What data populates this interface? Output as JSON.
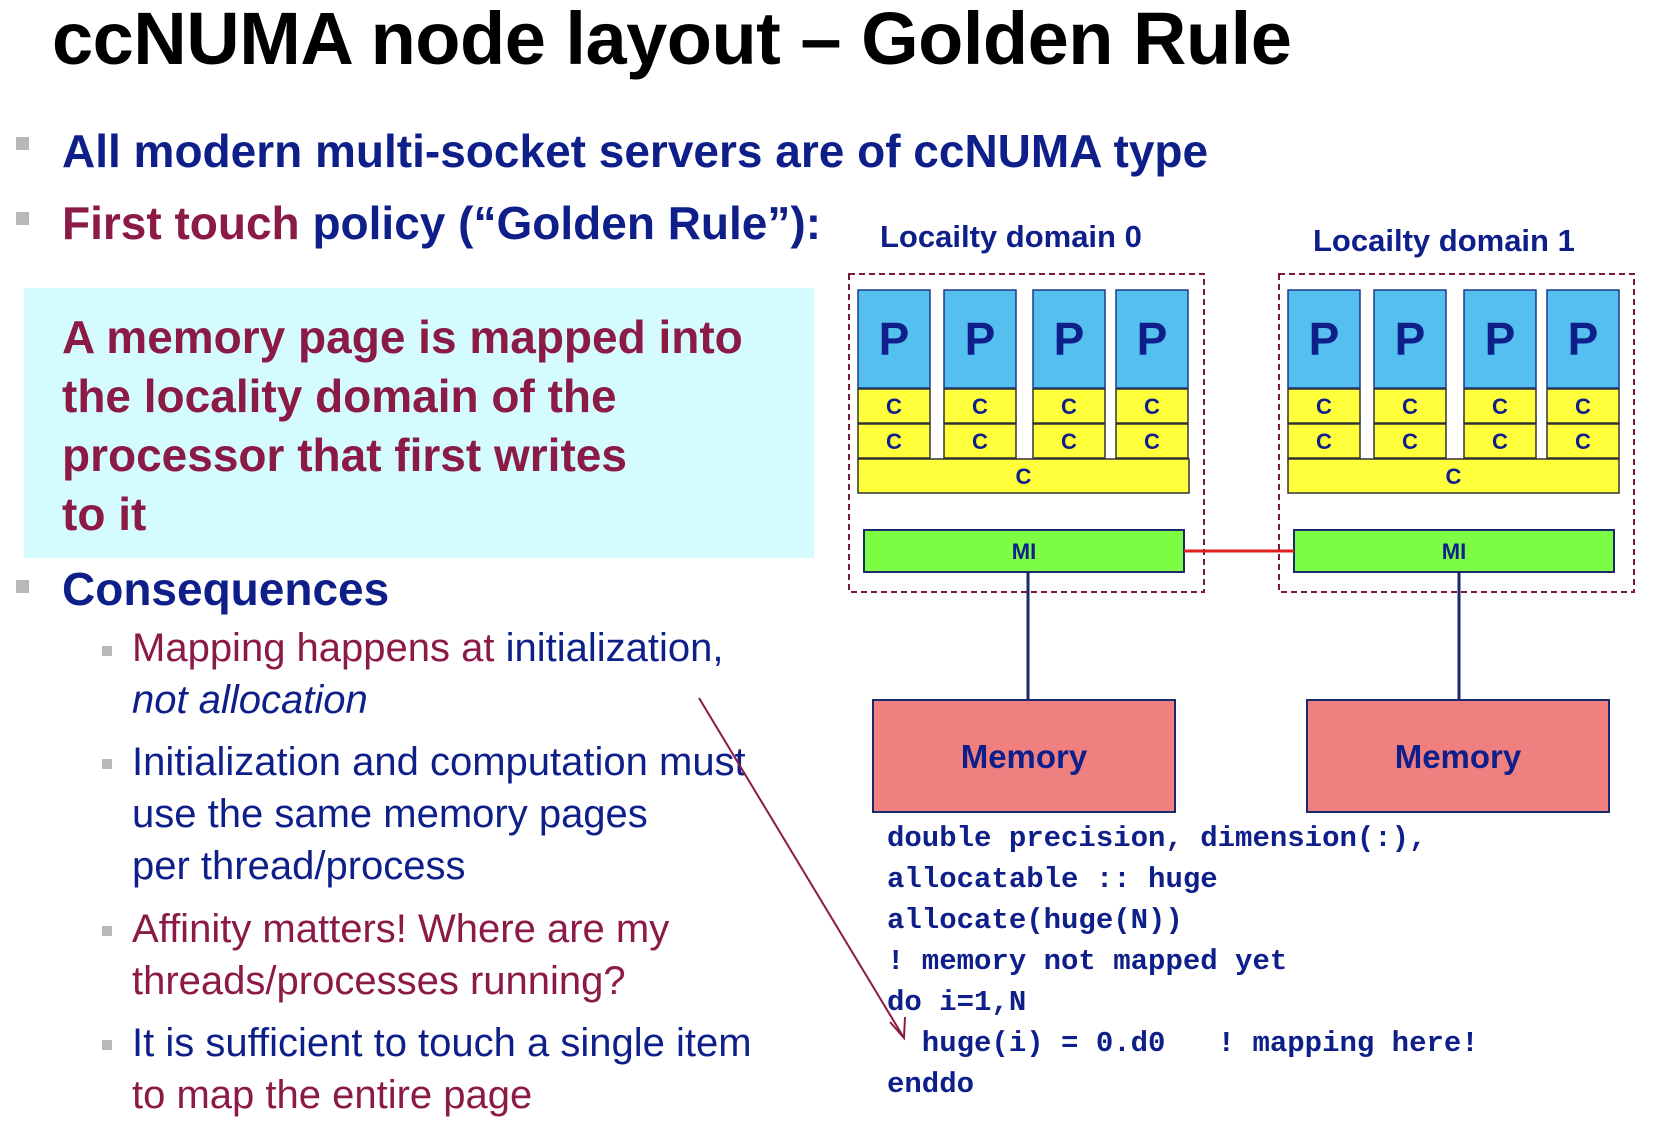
{
  "title": "ccNUMA node layout – Golden Rule",
  "bullets": {
    "b1": "All modern multi-socket servers are of ccNUMA type",
    "b2_part1": "First touch",
    "b2_part2": " policy (“Golden Rule”):",
    "consequences": "Consequences"
  },
  "rule": {
    "line1": "A memory page is mapped into",
    "line2": "the locality domain of the",
    "line3": "processor that first writes",
    "line4": "to it"
  },
  "subbullets": {
    "s1_a": "Mapping happens at ",
    "s1_b": "initialization,",
    "s1_c": "not allocation",
    "s2_a": "Initialization and computation must",
    "s2_b": "use the same memory pages",
    "s2_c": "per thread/process",
    "s3_a": "Affinity matters! Where are my",
    "s3_b": "threads/processes running?",
    "s4_a": "It is sufficient to touch a single item",
    "s4_b": "to map the entire page"
  },
  "diagram": {
    "domain0_label": "Locailty domain 0",
    "domain1_label": "Locailty domain 1",
    "processor_label": "P",
    "cache_label": "C",
    "mi_label": "MI",
    "memory_label": "Memory",
    "colors": {
      "processor": "#55c0f0",
      "cache": "#ffff3c",
      "mi": "#7cfc42",
      "memory": "#f08080",
      "link": "#e02020",
      "border": "#7a1a3a",
      "arrow": "#8b1a47"
    }
  },
  "code": {
    "line1": "double precision, dimension(:),",
    "line2": "allocatable :: huge",
    "line3": "allocate(huge(N))",
    "line4": "! memory not mapped yet",
    "line5": "do i=1,N",
    "line6": "  huge(i) = 0.d0   ! mapping here!",
    "line7": "enddo"
  }
}
